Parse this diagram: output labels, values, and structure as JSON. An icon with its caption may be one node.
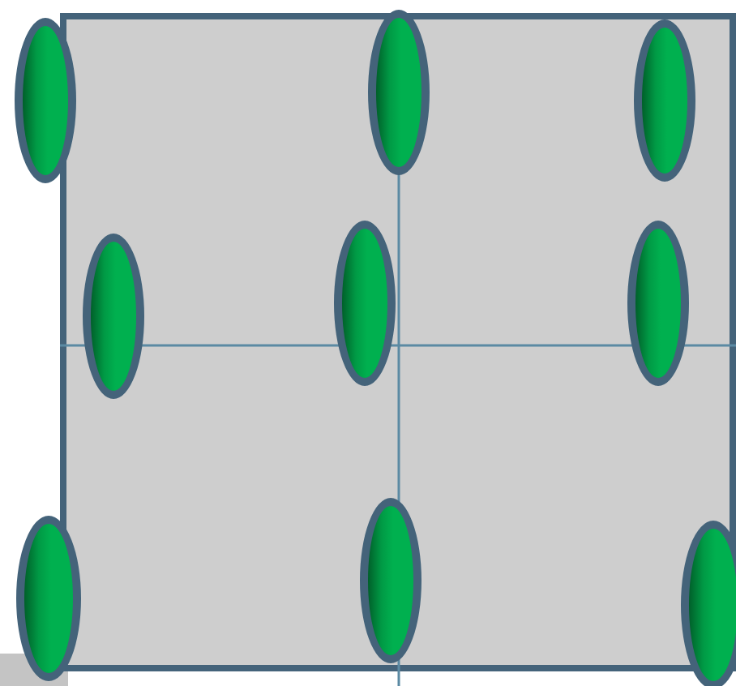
{
  "diagram": {
    "nodes": [
      {
        "text": [],
        "shape": "box"
      },
      {
        "text": [],
        "shape": "ellipse"
      },
      {
        "text": [],
        "shape": "ellipse",
        "in": 0
      },
      {
        "text": [],
        "shape": "ellipse",
        "in": 0
      },
      {
        "text": [],
        "shape": "ellipse",
        "in": 0
      },
      {
        "text": [],
        "shape": "ellipse",
        "in": 0
      },
      {
        "text": [],
        "shape": "ellipse",
        "in": 0
      },
      {
        "text": [],
        "shape": "ellipse"
      },
      {
        "text": [],
        "shape": "ellipse",
        "in": 0
      },
      {
        "text": [],
        "shape": "ellipse"
      }
    ]
  }
}
